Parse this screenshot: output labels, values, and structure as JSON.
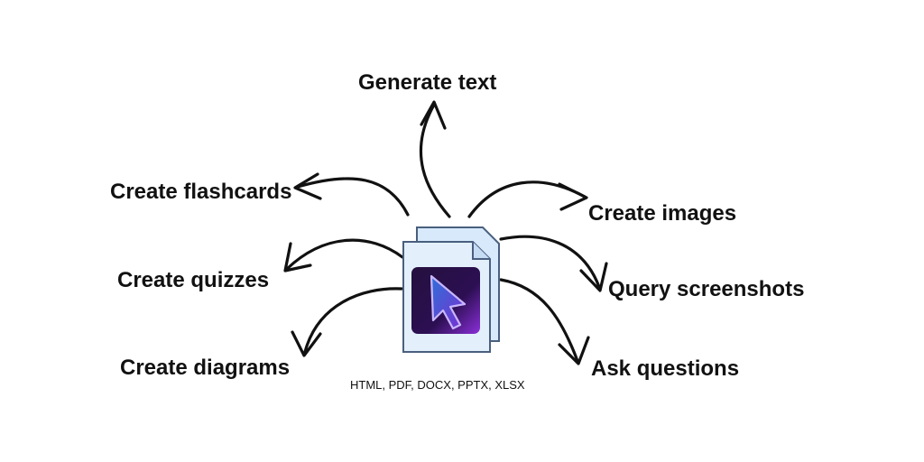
{
  "diagram": {
    "center_icon": "document-stack-with-cursor-icon",
    "formats": "HTML, PDF, DOCX, PPTX, XLSX",
    "capabilities": [
      "Generate text",
      "Create flashcards",
      "Create quizzes",
      "Create diagrams",
      "Create images",
      "Query screenshots",
      "Ask questions"
    ]
  },
  "colors": {
    "arrow": "#111111",
    "doc_fill": "#d7e9fb",
    "doc_stroke": "#4a5f7e",
    "icon_dark": "#1a0b2e",
    "icon_purple": "#8b2fd9",
    "cursor": "#3a2a8f"
  }
}
